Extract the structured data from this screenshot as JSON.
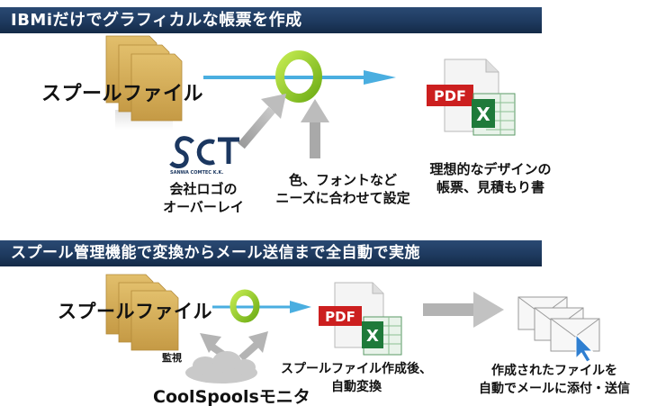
{
  "sections": [
    {
      "heading": "IBMiだけでグラフィカルな帳票を作成",
      "spool_label": "スプールファイル",
      "logo_text": "SCT",
      "logo_subtext": "SANWA COMTEC K.K.",
      "logo_caption": [
        "会社ロゴの",
        "オーバーレイ"
      ],
      "style_caption": [
        "色、フォントなど",
        "ニーズに合わせて設定"
      ],
      "pdf_label": "PDF",
      "result_caption": [
        "理想的なデザインの",
        "帳票、見積もり書"
      ]
    },
    {
      "heading": "スプール管理機能で変換からメール送信まで全自動で実施",
      "spool_label": "スプールファイル",
      "monitor_label": "監視",
      "monitor_name": "CoolSpoolsモニタ",
      "pdf_label": "PDF",
      "convert_caption": [
        "スプールファイル作成後、",
        "自動変換"
      ],
      "mail_caption": [
        "作成されたファイルを",
        "自動でメールに添付・送信"
      ]
    }
  ],
  "colors": {
    "banner": "#1e3a5f",
    "folder": "#d2aa55",
    "flow_arrow": "#4aaee0",
    "ring": "#9fd132",
    "gray_arrow": "#a9a9a9",
    "pdf_red": "#cc1f1f",
    "excel_green": "#1f7a3a",
    "logo_navy": "#1b3760"
  }
}
